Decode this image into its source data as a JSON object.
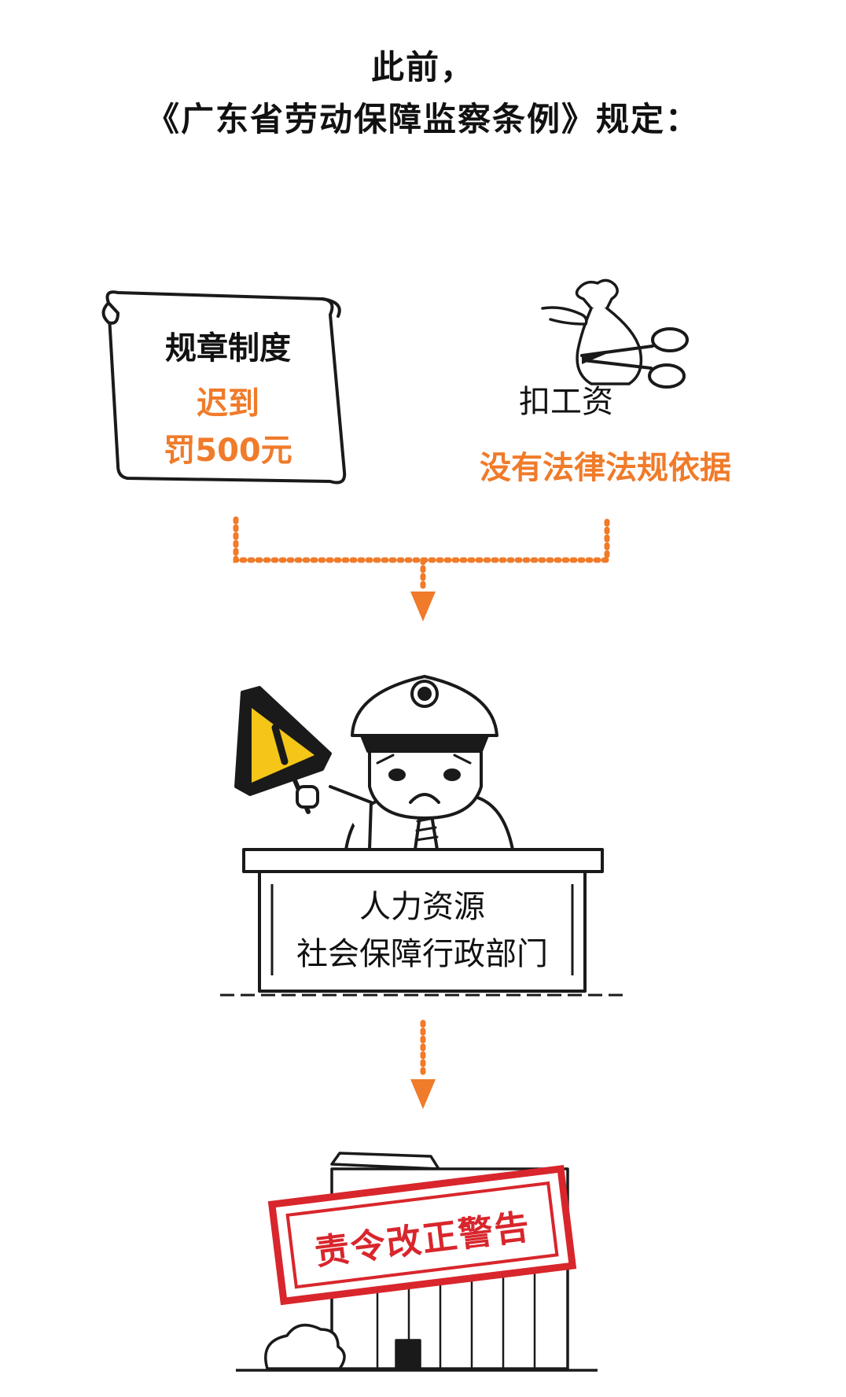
{
  "header": {
    "line1": "此前，",
    "line2": "《广东省劳动保障监察条例》规定："
  },
  "left_card": {
    "title": "规章制度",
    "highlight_line1": "迟到",
    "highlight_line2": "罚500元"
  },
  "right_card": {
    "title": "扣工资",
    "highlight": "没有法律法规依据"
  },
  "desk": {
    "line1": "人力资源",
    "line2": "社会保障行政部门"
  },
  "stamp": {
    "text": "责令改正警告"
  },
  "colors": {
    "accent_orange": "#f07b2a",
    "stamp_red": "#d8262c",
    "warning_yellow": "#f5c518",
    "ink": "#1a1a1a"
  },
  "icons": {
    "scroll": "paper-scroll-icon",
    "money_bag": "money-bag-icon",
    "scissors": "scissors-icon",
    "warning_sign": "warning-sign-icon",
    "officer": "police-officer-illustration",
    "building": "building-illustration"
  }
}
